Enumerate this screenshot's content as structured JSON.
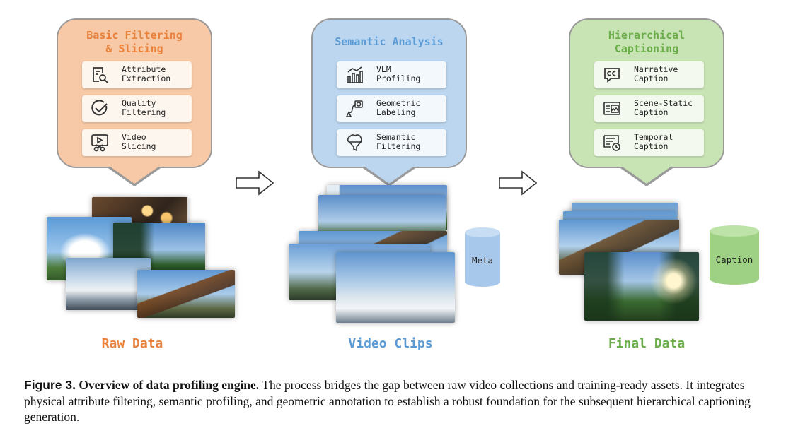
{
  "stages": [
    {
      "title_line1": "Basic Filtering",
      "title_line2": "& Slicing",
      "items": [
        {
          "label": "Attribute\nExtraction",
          "icon": "magnifier-doc-icon"
        },
        {
          "label": "Quality\nFiltering",
          "icon": "check-circle-icon"
        },
        {
          "label": "Video\nSlicing",
          "icon": "video-scissors-icon"
        }
      ],
      "label": "Raw Data",
      "color": "#e8823d",
      "panel_bg": "#f8c9a6"
    },
    {
      "title_line1": "Semantic Analysis",
      "title_line2": "",
      "items": [
        {
          "label": "VLM\nProfiling",
          "icon": "bar-chart-icon"
        },
        {
          "label": "Geometric\nLabeling",
          "icon": "geometry-icon"
        },
        {
          "label": "Semantic\nFiltering",
          "icon": "brain-filter-icon"
        }
      ],
      "label": "Video Clips",
      "color": "#5b9bd5",
      "panel_bg": "#bcd6ef",
      "store": "Meta"
    },
    {
      "title_line1": "Hierarchical",
      "title_line2": "Captioning",
      "items": [
        {
          "label": "Narrative\nCaption",
          "icon": "cc-icon"
        },
        {
          "label": "Scene-Static\nCaption",
          "icon": "image-text-icon"
        },
        {
          "label": "Temporal\nCaption",
          "icon": "clock-text-icon"
        }
      ],
      "label": "Final Data",
      "color": "#6aad4a",
      "panel_bg": "#c9e4b4",
      "store": "Caption"
    }
  ],
  "caption": {
    "figure": "Figure 3.",
    "title": "Overview of data profiling engine.",
    "body": "The process bridges the gap between raw video collections and training-ready assets. It integrates physical attribute filtering, semantic profiling, and geometric annotation to establish a robust foundation for the subsequent hierarchical captioning generation."
  }
}
